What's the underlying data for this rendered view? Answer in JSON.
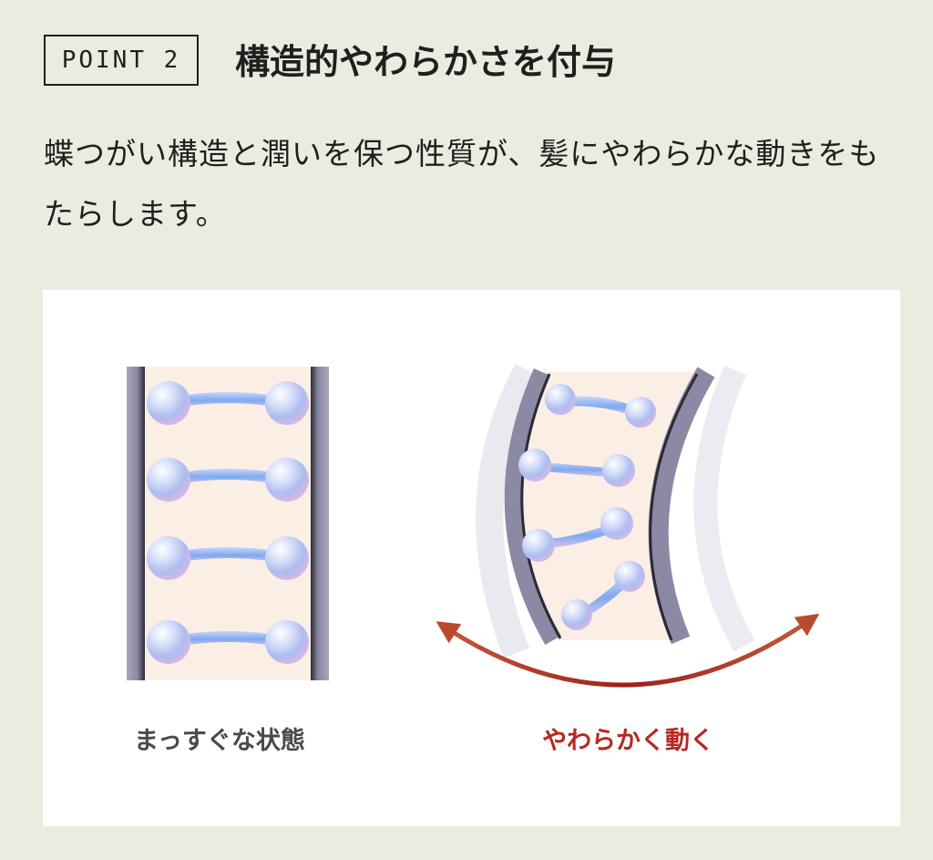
{
  "header": {
    "point_label": "POINT 2",
    "title": "構造的やわらかさを付与"
  },
  "description": "蝶つがい構造と潤いを保つ性質が、髪にやわらかな動きをもたらします。",
  "diagram": {
    "left_caption": "まっすぐな状態",
    "right_caption": "やわらかく動く",
    "colors": {
      "left_caption": "#4a4a4a",
      "right_caption": "#b42a22",
      "arrow": "#b1422b",
      "wall": "#8b89a3",
      "interior": "#fbeee4",
      "molecule": "#b9c8f0"
    }
  }
}
